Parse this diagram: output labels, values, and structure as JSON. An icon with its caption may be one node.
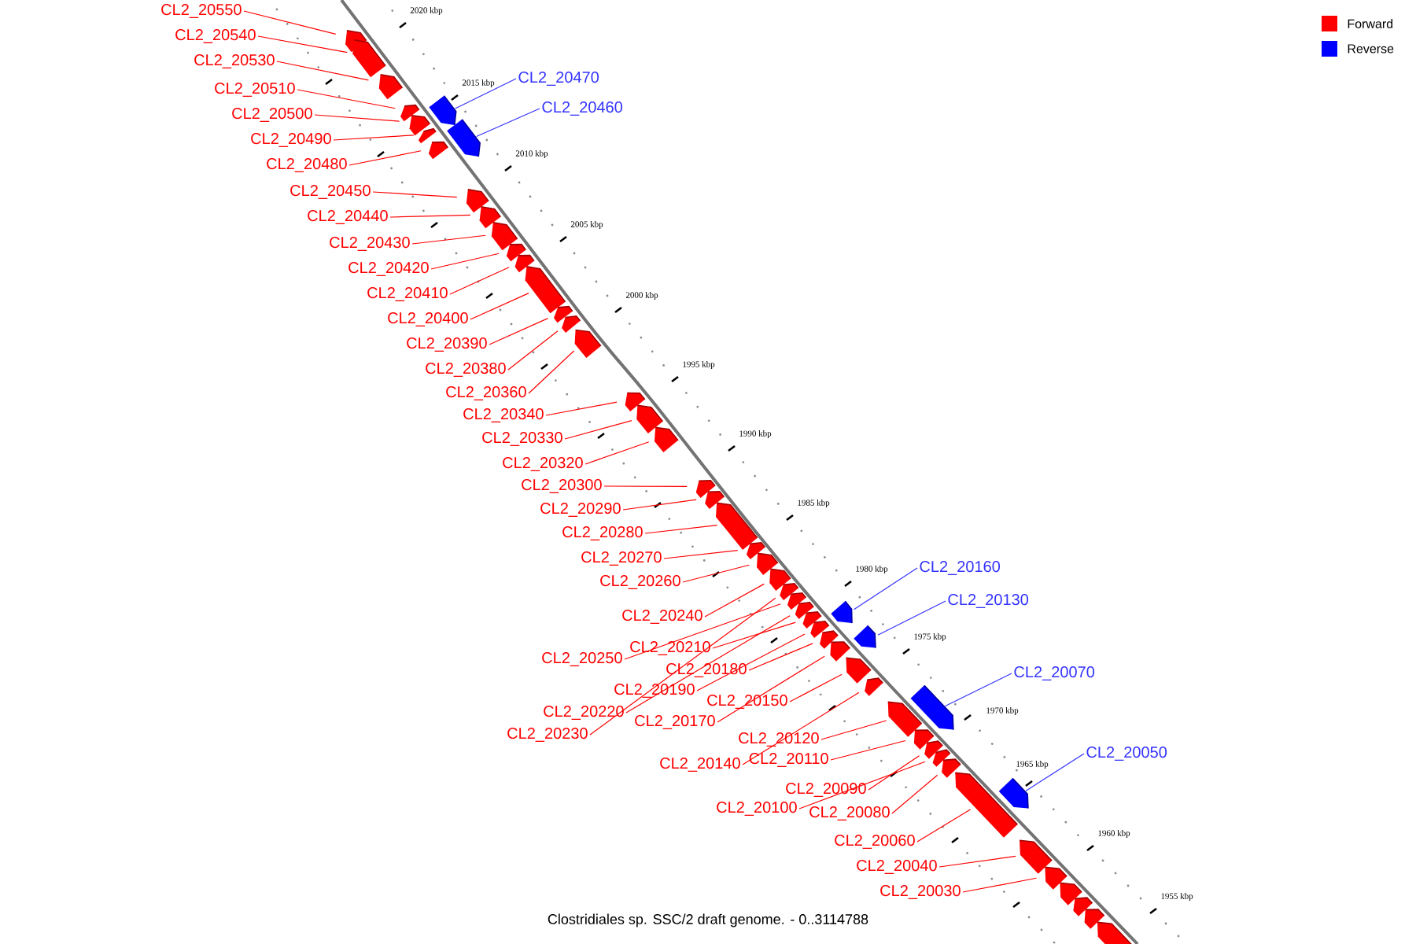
{
  "diagram": {
    "caption": "Clostridiales sp. SSC/2 draft genome. - 0..3114788",
    "nodes": [
      {
        "text": [
          "CL2_20550"
        ]
      },
      {
        "text": [
          "CL2_20540"
        ]
      },
      {
        "text": [
          "CL2_20530"
        ]
      },
      {
        "text": [
          "CL2_20470"
        ]
      },
      {
        "text": [
          "CL2_20510"
        ]
      },
      {
        "text": [
          "CL2_20460"
        ]
      },
      {
        "text": [
          "CL2_20500"
        ]
      },
      {
        "text": [
          "CL2_20490"
        ]
      },
      {
        "text": [
          "CL2_20480"
        ]
      },
      {
        "text": [
          "CL2_20450"
        ]
      },
      {
        "text": [
          "CL2_20440"
        ]
      },
      {
        "text": [
          "CL2_20430"
        ]
      },
      {
        "text": [
          "CL2_20420"
        ]
      },
      {
        "text": [
          "CL2_20410"
        ]
      },
      {
        "text": [
          "CL2_20400"
        ]
      },
      {
        "text": [
          "CL2_20390"
        ]
      },
      {
        "text": [
          "CL2_20380"
        ]
      },
      {
        "text": [
          "CL2_20360"
        ]
      },
      {
        "text": [
          "CL2_20340"
        ]
      },
      {
        "text": [
          "CL2_20330"
        ]
      },
      {
        "text": [
          "CL2_20320"
        ]
      },
      {
        "text": [
          "CL2_20300"
        ]
      },
      {
        "text": [
          "CL2_20290"
        ]
      },
      {
        "text": [
          "CL2_20280"
        ]
      },
      {
        "text": [
          "CL2_20270"
        ]
      },
      {
        "text": [
          "CL2_20260"
        ]
      },
      {
        "text": [
          "CL2_20160"
        ]
      },
      {
        "text": [
          "CL2_20130"
        ]
      },
      {
        "text": [
          "CL2_20240"
        ]
      },
      {
        "text": [
          "CL2_20210"
        ]
      },
      {
        "text": [
          "CL2_20250"
        ]
      },
      {
        "text": [
          "CL2_20180"
        ]
      },
      {
        "text": [
          "CL2_20070"
        ]
      },
      {
        "text": [
          "CL2_20190"
        ]
      },
      {
        "text": [
          "CL2_20150"
        ]
      },
      {
        "text": [
          "CL2_20220"
        ]
      },
      {
        "text": [
          "CL2_20170"
        ]
      },
      {
        "text": [
          "CL2_20230"
        ]
      },
      {
        "text": [
          "CL2_20120"
        ]
      },
      {
        "text": [
          "CL2_20050"
        ]
      },
      {
        "text": [
          "CL2_20110"
        ]
      },
      {
        "text": [
          "CL2_20140"
        ]
      },
      {
        "text": [
          "CL2_20090"
        ]
      },
      {
        "text": [
          "CL2_20100"
        ]
      },
      {
        "text": [
          "CL2_20080"
        ]
      },
      {
        "text": [
          "CL2_20060"
        ]
      },
      {
        "text": [
          "CL2_20040"
        ]
      },
      {
        "text": [
          "CL2_20030"
        ]
      },
      {
        "text": [],
        "shape": "box"
      },
      {
        "text": [],
        "shape": "box"
      },
      {
        "text": [],
        "shape": "box"
      },
      {
        "text": [],
        "shape": "box"
      },
      {
        "text": [],
        "shape": "box"
      },
      {
        "text": [],
        "shape": "box"
      },
      {
        "text": [],
        "shape": "box"
      },
      {
        "text": [],
        "shape": "box"
      },
      {
        "text": [],
        "shape": "box"
      },
      {
        "text": [],
        "shape": "box"
      },
      {
        "text": [],
        "shape": "box"
      },
      {
        "text": [],
        "shape": "box"
      },
      {
        "text": [],
        "shape": "box"
      },
      {
        "text": [],
        "shape": "box"
      },
      {
        "text": [],
        "shape": "box"
      },
      {
        "text": [],
        "shape": "box"
      },
      {
        "text": [],
        "shape": "box"
      },
      {
        "text": [],
        "shape": "box"
      },
      {
        "text": [],
        "shape": "box"
      },
      {
        "text": [],
        "shape": "box"
      },
      {
        "text": [],
        "shape": "box"
      },
      {
        "text": [],
        "shape": "box"
      },
      {
        "text": [],
        "shape": "box"
      },
      {
        "text": [],
        "shape": "box"
      },
      {
        "text": [],
        "shape": "box"
      },
      {
        "text": [],
        "shape": "box"
      },
      {
        "text": [],
        "shape": "box"
      },
      {
        "text": [],
        "shape": "box"
      },
      {
        "text": [],
        "shape": "box"
      },
      {
        "text": [],
        "shape": "box"
      },
      {
        "text": [],
        "shape": "box"
      },
      {
        "text": [],
        "shape": "box"
      },
      {
        "text": [],
        "shape": "box"
      },
      {
        "text": [],
        "shape": "box"
      },
      {
        "text": [],
        "shape": "box"
      },
      {
        "text": [],
        "shape": "box"
      },
      {
        "text": [],
        "shape": "box"
      },
      {
        "text": [],
        "shape": "box"
      },
      {
        "text": [],
        "shape": "box"
      },
      {
        "text": [],
        "shape": "box"
      },
      {
        "text": [],
        "shape": "box"
      },
      {
        "text": [],
        "shape": "box"
      },
      {
        "text": [],
        "shape": "box"
      },
      {
        "text": [],
        "shape": "box"
      },
      {
        "text": [],
        "shape": "box"
      },
      {
        "text": [],
        "shape": "box"
      },
      {
        "text": [],
        "shape": "box"
      },
      {
        "text": [],
        "shape": "box"
      }
    ],
    "edges": [
      {
        "from": 0,
        "to": 48,
        "arrow": "none"
      },
      {
        "from": 1,
        "to": 49,
        "arrow": "none"
      },
      {
        "from": 2,
        "to": 50,
        "arrow": "none"
      },
      {
        "from": 3,
        "to": 53,
        "arrow": "none",
        "color": "#3333ff"
      },
      {
        "from": 4,
        "to": 51,
        "arrow": "none"
      },
      {
        "from": 5,
        "to": 56,
        "arrow": "none",
        "color": "#3333ff"
      },
      {
        "from": 6,
        "to": 52,
        "arrow": "none"
      },
      {
        "from": 7,
        "to": 54,
        "arrow": "none"
      },
      {
        "from": 8,
        "to": 55,
        "arrow": "none"
      },
      {
        "from": 9,
        "to": 57,
        "arrow": "none"
      },
      {
        "from": 10,
        "to": 58,
        "arrow": "none"
      },
      {
        "from": 11,
        "to": 59,
        "arrow": "none"
      },
      {
        "from": 12,
        "to": 60,
        "arrow": "none"
      },
      {
        "from": 13,
        "to": 61,
        "arrow": "none"
      },
      {
        "from": 14,
        "to": 62,
        "arrow": "none"
      },
      {
        "from": 15,
        "to": 63,
        "arrow": "none"
      },
      {
        "from": 16,
        "to": 64,
        "arrow": "none"
      },
      {
        "from": 17,
        "to": 65,
        "arrow": "none"
      },
      {
        "from": 18,
        "to": 66,
        "arrow": "none"
      },
      {
        "from": 19,
        "to": 67,
        "arrow": "none"
      },
      {
        "from": 20,
        "to": 68,
        "arrow": "none"
      },
      {
        "from": 21,
        "to": 69,
        "arrow": "none"
      },
      {
        "from": 22,
        "to": 70,
        "arrow": "none"
      },
      {
        "from": 23,
        "to": 71,
        "arrow": "none"
      },
      {
        "from": 24,
        "to": 72,
        "arrow": "none"
      },
      {
        "from": 25,
        "to": 73,
        "arrow": "none"
      },
      {
        "from": 26,
        "to": 80,
        "arrow": "none",
        "color": "#3333ff"
      },
      {
        "from": 27,
        "to": 83,
        "arrow": "none",
        "color": "#3333ff"
      },
      {
        "from": 28,
        "to": 74,
        "arrow": "none"
      },
      {
        "from": 29,
        "to": 78,
        "arrow": "none"
      },
      {
        "from": 30,
        "to": 76,
        "arrow": "none"
      },
      {
        "from": 31,
        "to": 81,
        "arrow": "none"
      },
      {
        "from": 32,
        "to": 87,
        "arrow": "none",
        "color": "#3333ff"
      },
      {
        "from": 33,
        "to": 79,
        "arrow": "none"
      },
      {
        "from": 34,
        "to": 84,
        "arrow": "none"
      },
      {
        "from": 35,
        "to": 77,
        "arrow": "none"
      },
      {
        "from": 36,
        "to": 82,
        "arrow": "none"
      },
      {
        "from": 37,
        "to": 75,
        "arrow": "none"
      },
      {
        "from": 38,
        "to": 86,
        "arrow": "none"
      },
      {
        "from": 39,
        "to": 93,
        "arrow": "none",
        "color": "#3333ff"
      },
      {
        "from": 40,
        "to": 88,
        "arrow": "none"
      },
      {
        "from": 41,
        "to": 85,
        "arrow": "none"
      },
      {
        "from": 42,
        "to": 89,
        "arrow": "none"
      },
      {
        "from": 43,
        "to": 90,
        "arrow": "none"
      },
      {
        "from": 44,
        "to": 91,
        "arrow": "none"
      },
      {
        "from": 45,
        "to": 92,
        "arrow": "none"
      },
      {
        "from": 46,
        "to": 94,
        "arrow": "none"
      },
      {
        "from": 47,
        "to": 95,
        "arrow": "none"
      }
    ],
    "labels": [
      "2020 kbp",
      "2015 kbp",
      "2010 kbp",
      "2005 kbp",
      "2000 kbp",
      "1995 kbp",
      "1990 kbp",
      "1985 kbp",
      "1980 kbp",
      "1975 kbp",
      "1970 kbp",
      "1965 kbp",
      "1960 kbp",
      "1955 kbp"
    ],
    "legend": [
      {
        "text": "Forward",
        "color": "#ff0000"
      },
      {
        "text": "Reverse",
        "color": "#0000ff"
      }
    ]
  }
}
